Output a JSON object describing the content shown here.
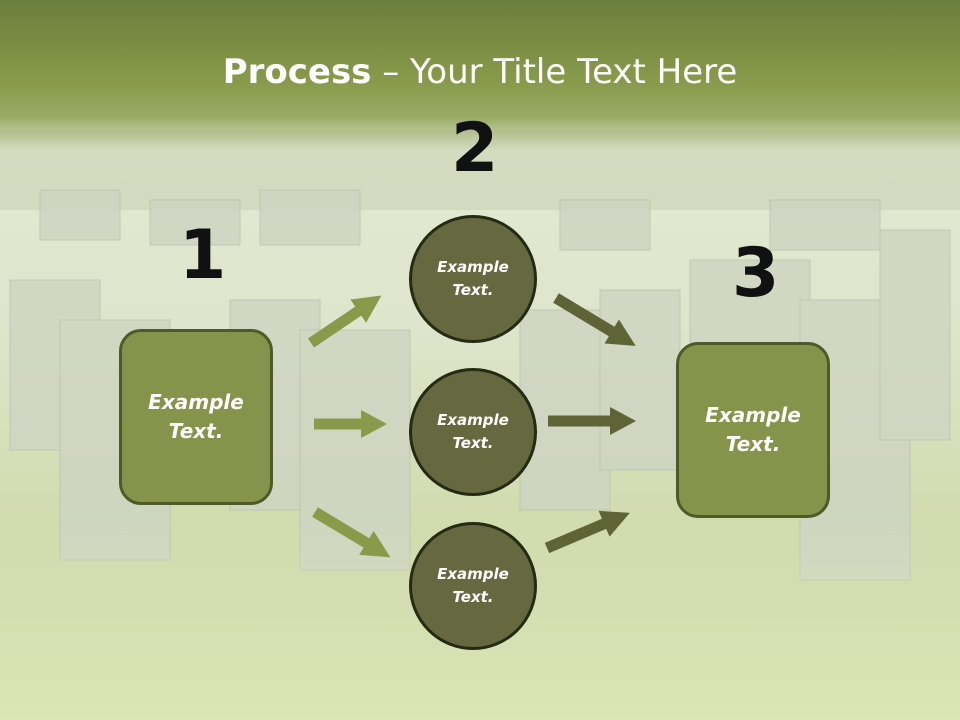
{
  "slide": {
    "title_bold": "Process",
    "title_rest": " – Your Title Text Here",
    "numbers": [
      "1",
      "2",
      "3"
    ],
    "left_box": {
      "text": "Example Text."
    },
    "circles": [
      {
        "text": "Example Text."
      },
      {
        "text": "Example Text."
      },
      {
        "text": "Example Text."
      }
    ],
    "right_box": {
      "text": "Example Text."
    }
  },
  "colors": {
    "title_band": "#889a4a",
    "box_fill": "#85944a",
    "circle_fill": "#66693f",
    "left_arrows": "#8a9a4a",
    "right_arrows": "#5e6436"
  }
}
